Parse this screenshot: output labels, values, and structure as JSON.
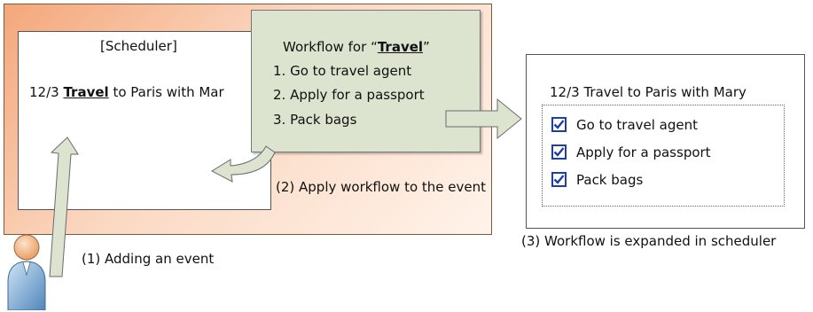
{
  "scheduler": {
    "title": "[Scheduler]",
    "event_date": "12/3",
    "event_keyword": "Travel",
    "event_rest": "to Paris with Mar"
  },
  "workflow": {
    "title_prefix": "Workflow for",
    "title_keyword": "Travel",
    "steps": [
      "1. Go to travel agent",
      "2. Apply for a passport",
      "3. Pack bags"
    ]
  },
  "result": {
    "event": "12/3 Travel to Paris with Mary",
    "tasks": [
      "Go to travel agent",
      "Apply for a passport",
      "Pack bags"
    ]
  },
  "captions": {
    "step1": "(1) Adding an event",
    "step2": "(2) Apply workflow to the event",
    "step3": "(3) Workflow is expanded in scheduler"
  },
  "colors": {
    "panel_gradient": [
      "#f4a77a",
      "#fff3ea"
    ],
    "workflow_fill": "#dce3cf",
    "arrow_fill": "#dce3cf",
    "checkbox_blue": "#1f3fa6",
    "person_shirt": "#7fb0d9",
    "person_head": "#f2b98a"
  },
  "icons": [
    "user-person-icon",
    "checkbox-checked-icon"
  ]
}
